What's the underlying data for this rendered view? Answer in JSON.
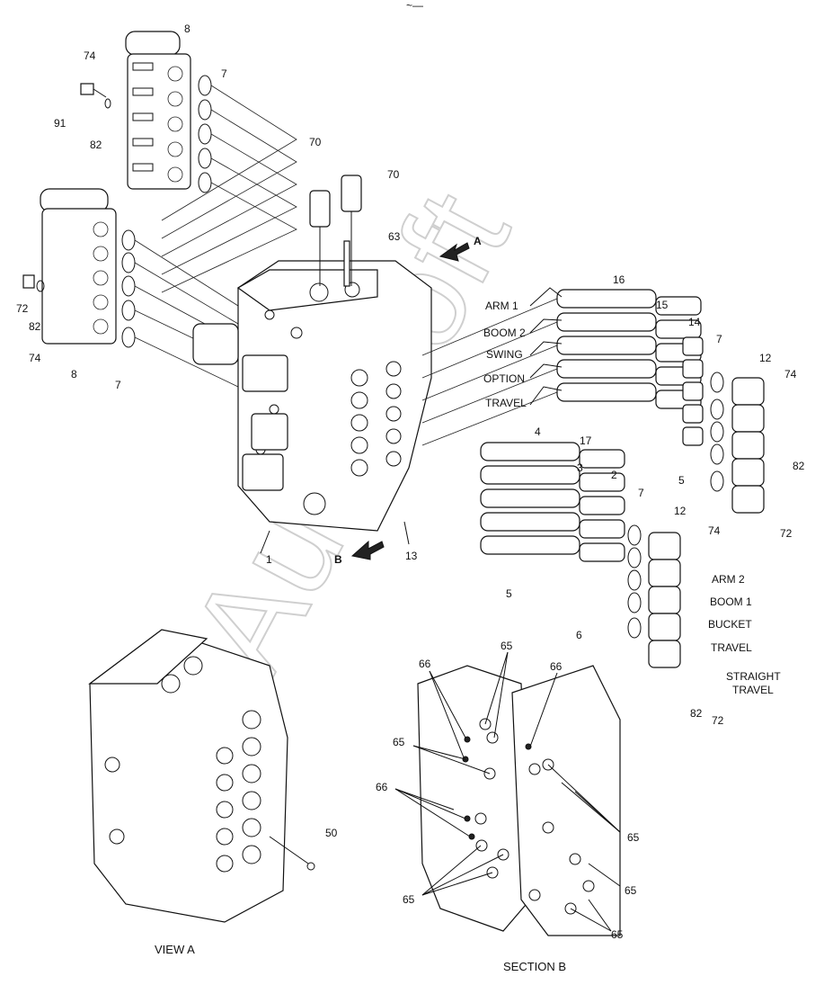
{
  "header_mark": "~—",
  "watermark": "AutoSoft",
  "captions": {
    "view_a": "VIEW  A",
    "section_b": "SECTION  B"
  },
  "callouts": [
    "8",
    "74",
    "7",
    "91",
    "82",
    "70",
    "70",
    "63",
    "A",
    "72",
    "82",
    "74",
    "8",
    "7",
    "ARM 1",
    "BOOM 2",
    "SWING",
    "OPTION",
    "TRAVEL",
    "16",
    "15",
    "14",
    "7",
    "12",
    "74",
    "4",
    "17",
    "5",
    "82",
    "3",
    "2",
    "7",
    "12",
    "72",
    "B",
    "1",
    "13",
    "74",
    "ARM 2",
    "BOOM 1",
    "BUCKET",
    "TRAVEL",
    "5",
    "6",
    "STRAIGHT",
    "TRAVEL",
    "82",
    "72",
    "65",
    "66",
    "66",
    "65",
    "66",
    "65",
    "65",
    "65",
    "65",
    "50"
  ]
}
